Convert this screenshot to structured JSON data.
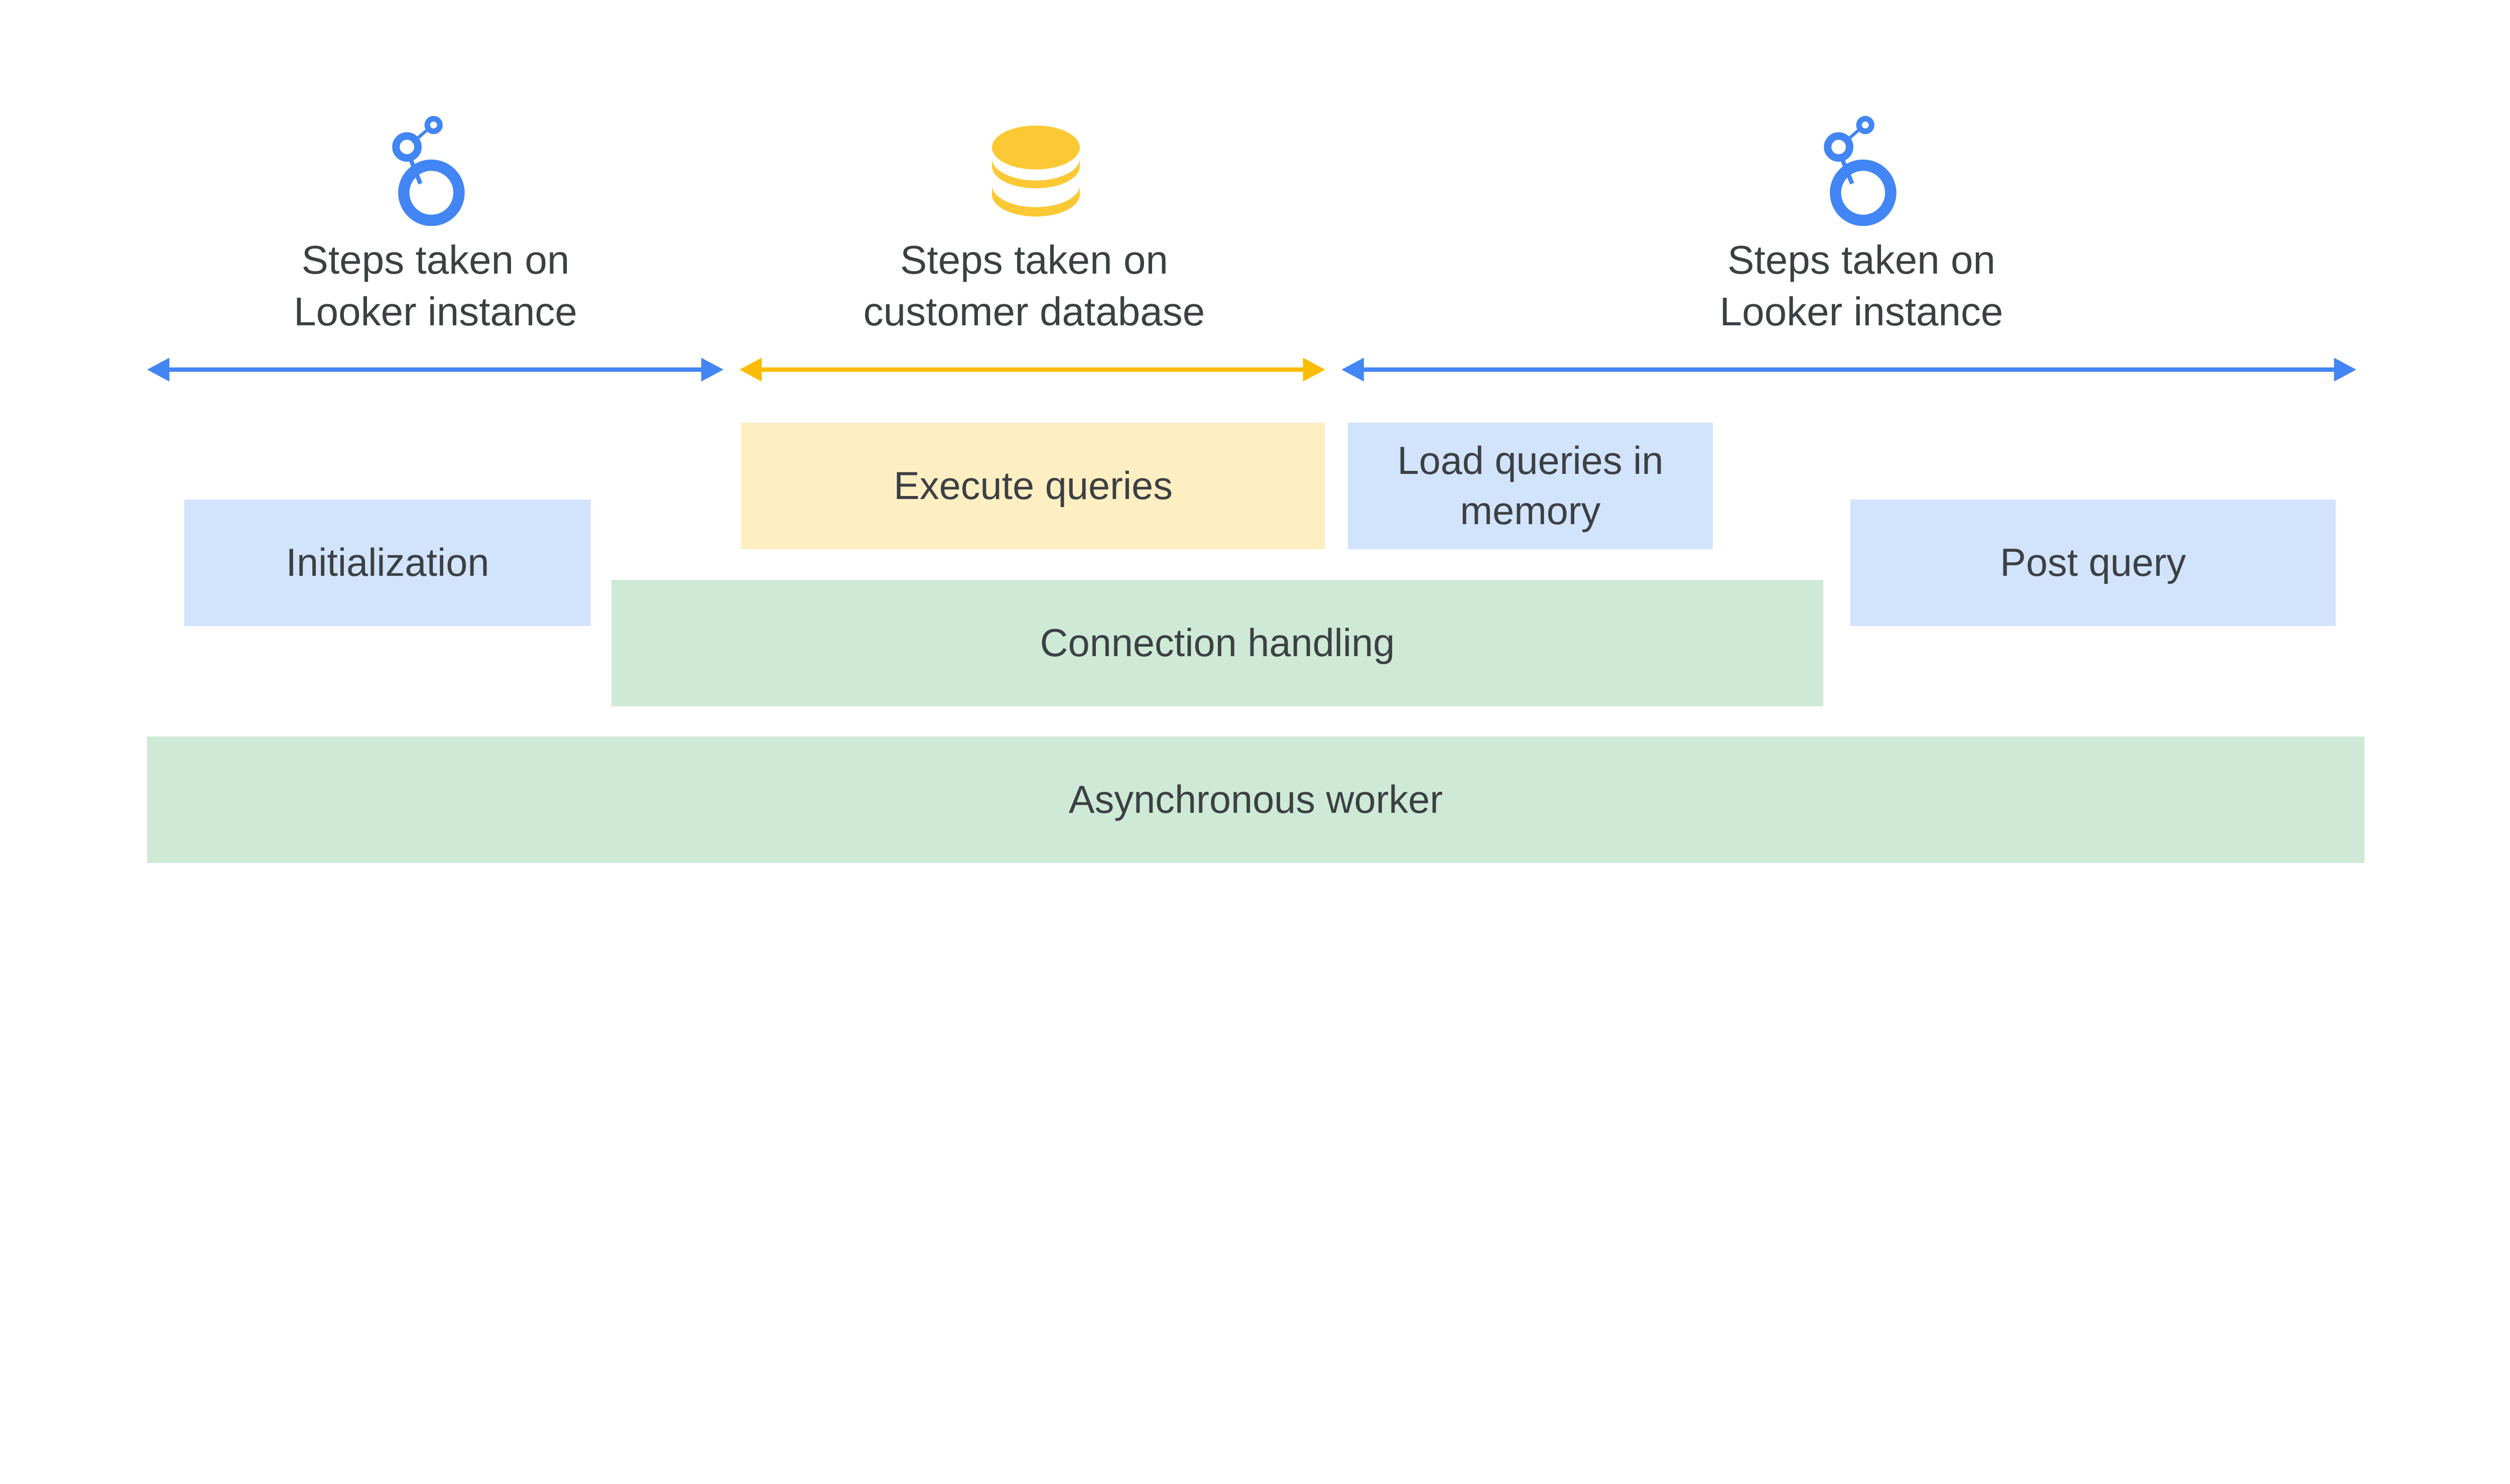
{
  "colors": {
    "looker_blue": "#4285f4",
    "database_yellow": "#fbbc04",
    "icon_yellow": "#fcc934",
    "text": "#3c4043",
    "box_blue": "#d2e3fc",
    "box_yellow": "#feefc3",
    "box_green": "#ceead6"
  },
  "sections": [
    {
      "icon": "looker-logo-icon",
      "line1": "Steps taken on",
      "line2": "Looker instance"
    },
    {
      "icon": "database-icon",
      "line1": "Steps taken on",
      "line2": "customer database"
    },
    {
      "icon": "looker-logo-icon",
      "line1": "Steps taken on",
      "line2": "Looker instance"
    }
  ],
  "boxes": {
    "execute": "Execute queries",
    "load_line1": "Load queries in",
    "load_line2": "memory",
    "initialization": "Initialization",
    "post_query": "Post query",
    "connection": "Connection handling",
    "async_worker": "Asynchronous worker"
  }
}
